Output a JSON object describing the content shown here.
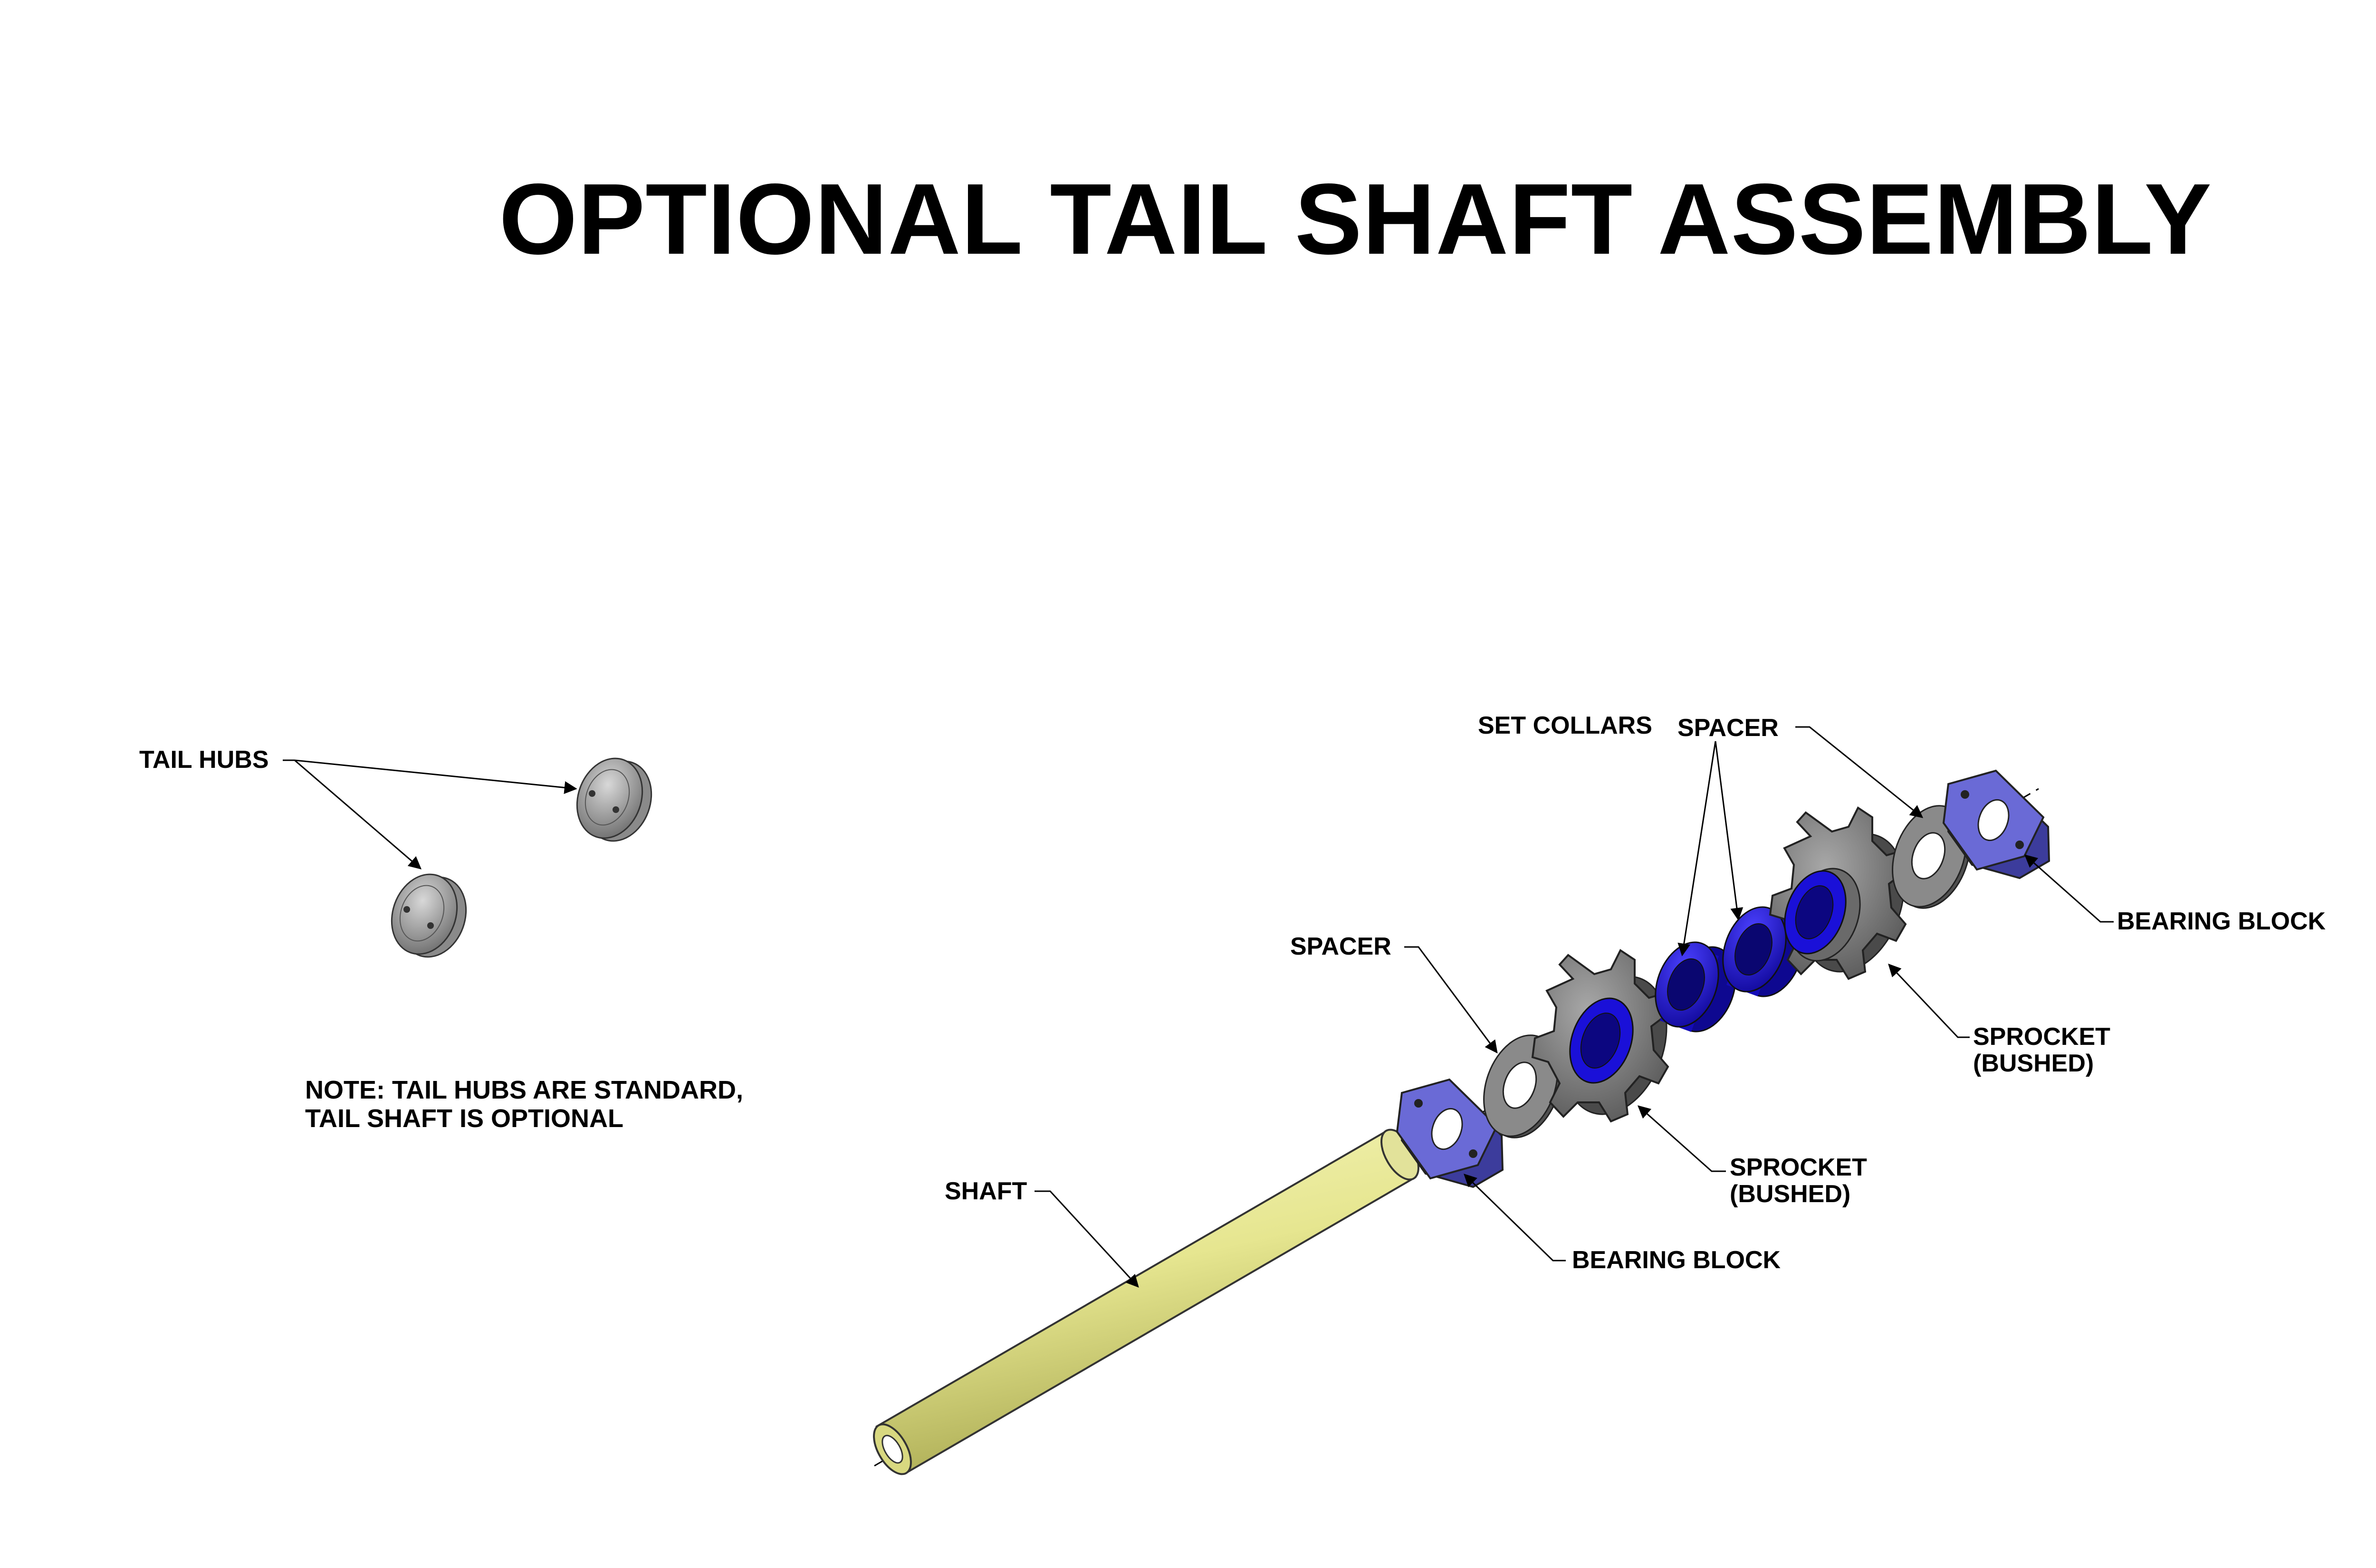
{
  "title": "OPTIONAL TAIL SHAFT ASSEMBLY",
  "labels": {
    "tail_hubs": "TAIL HUBS",
    "note_line1": "NOTE: TAIL HUBS ARE STANDARD,",
    "note_line2": "TAIL SHAFT IS OPTIONAL",
    "set_collars": "SET COLLARS",
    "spacer_top": "SPACER",
    "bearing_block_right": "BEARING BLOCK",
    "spacer_left": "SPACER",
    "sprocket_right_line1": "SPROCKET",
    "sprocket_right_line2": "(BUSHED)",
    "sprocket_left_line1": "SPROCKET",
    "sprocket_left_line2": "(BUSHED)",
    "shaft": "SHAFT",
    "bearing_block_left": "BEARING BLOCK"
  },
  "colors": {
    "shaft": "#e6e690",
    "set_collar": "#1a10d8",
    "bearing_block": "#5a5acc",
    "sprocket": "#7a7a7a",
    "spacer": "#808080",
    "hub": "#a8a8a8",
    "leader_line": "#000000"
  }
}
